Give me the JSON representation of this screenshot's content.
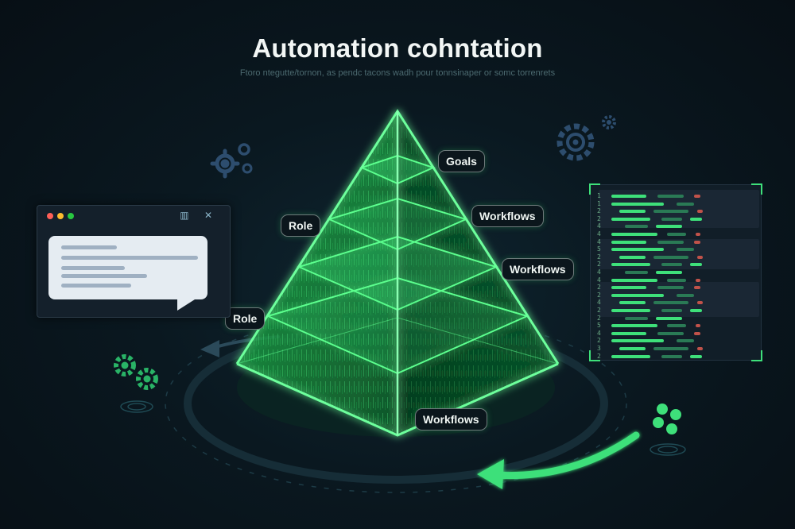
{
  "header": {
    "title": "Automation cohntation",
    "subtitle": "Ftoro ntegutte/tornon, as pendc tacons wadh pour tonnsinaper or somc torrenrets"
  },
  "pyramid": {
    "layers": [
      "Goals",
      "Workflows",
      "Workflows",
      "Workflows"
    ],
    "side_labels": [
      "Role",
      "Role"
    ],
    "labels": {
      "goals": "Goals",
      "workflows_1": "Workflows",
      "workflows_2": "Workflows",
      "workflows_3": "Workflows",
      "role_1": "Role",
      "role_2": "Role"
    }
  },
  "chat_window": {
    "controls": "▥ ✕",
    "dot_colors": [
      "#ff5f57",
      "#febc2e",
      "#28c840"
    ]
  },
  "code_panel": {
    "line_numbers": [
      "1",
      "1",
      "2",
      "2",
      "4",
      "4",
      "4",
      "5",
      "2",
      "2",
      "4",
      "4",
      "2",
      "2",
      "4",
      "2",
      "2",
      "5",
      "4",
      "2",
      "3",
      "2"
    ]
  },
  "icons": [
    "gear-icon",
    "gear-icon",
    "gear-icon",
    "gear-icon",
    "node-cluster-icon",
    "cycle-arrow-icon"
  ],
  "colors": {
    "accent_green": "#3ee07a",
    "neon_green": "#27e65f",
    "background": "#0a1820",
    "gear_blue": "#2d4d6e",
    "gear_green": "#29b366",
    "panel": "#14202b"
  }
}
